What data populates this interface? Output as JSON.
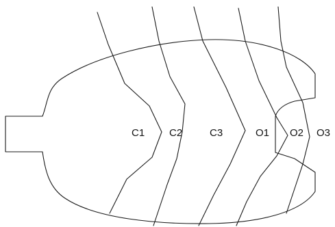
{
  "diagram": {
    "labels": {
      "c1": "C1",
      "c2": "C2",
      "c3": "C3",
      "o1": "O1",
      "o2": "O2",
      "o3": "O3"
    },
    "colors": {
      "stroke": "#1a1a1a",
      "text": "#111111",
      "background": "#ffffff"
    }
  }
}
